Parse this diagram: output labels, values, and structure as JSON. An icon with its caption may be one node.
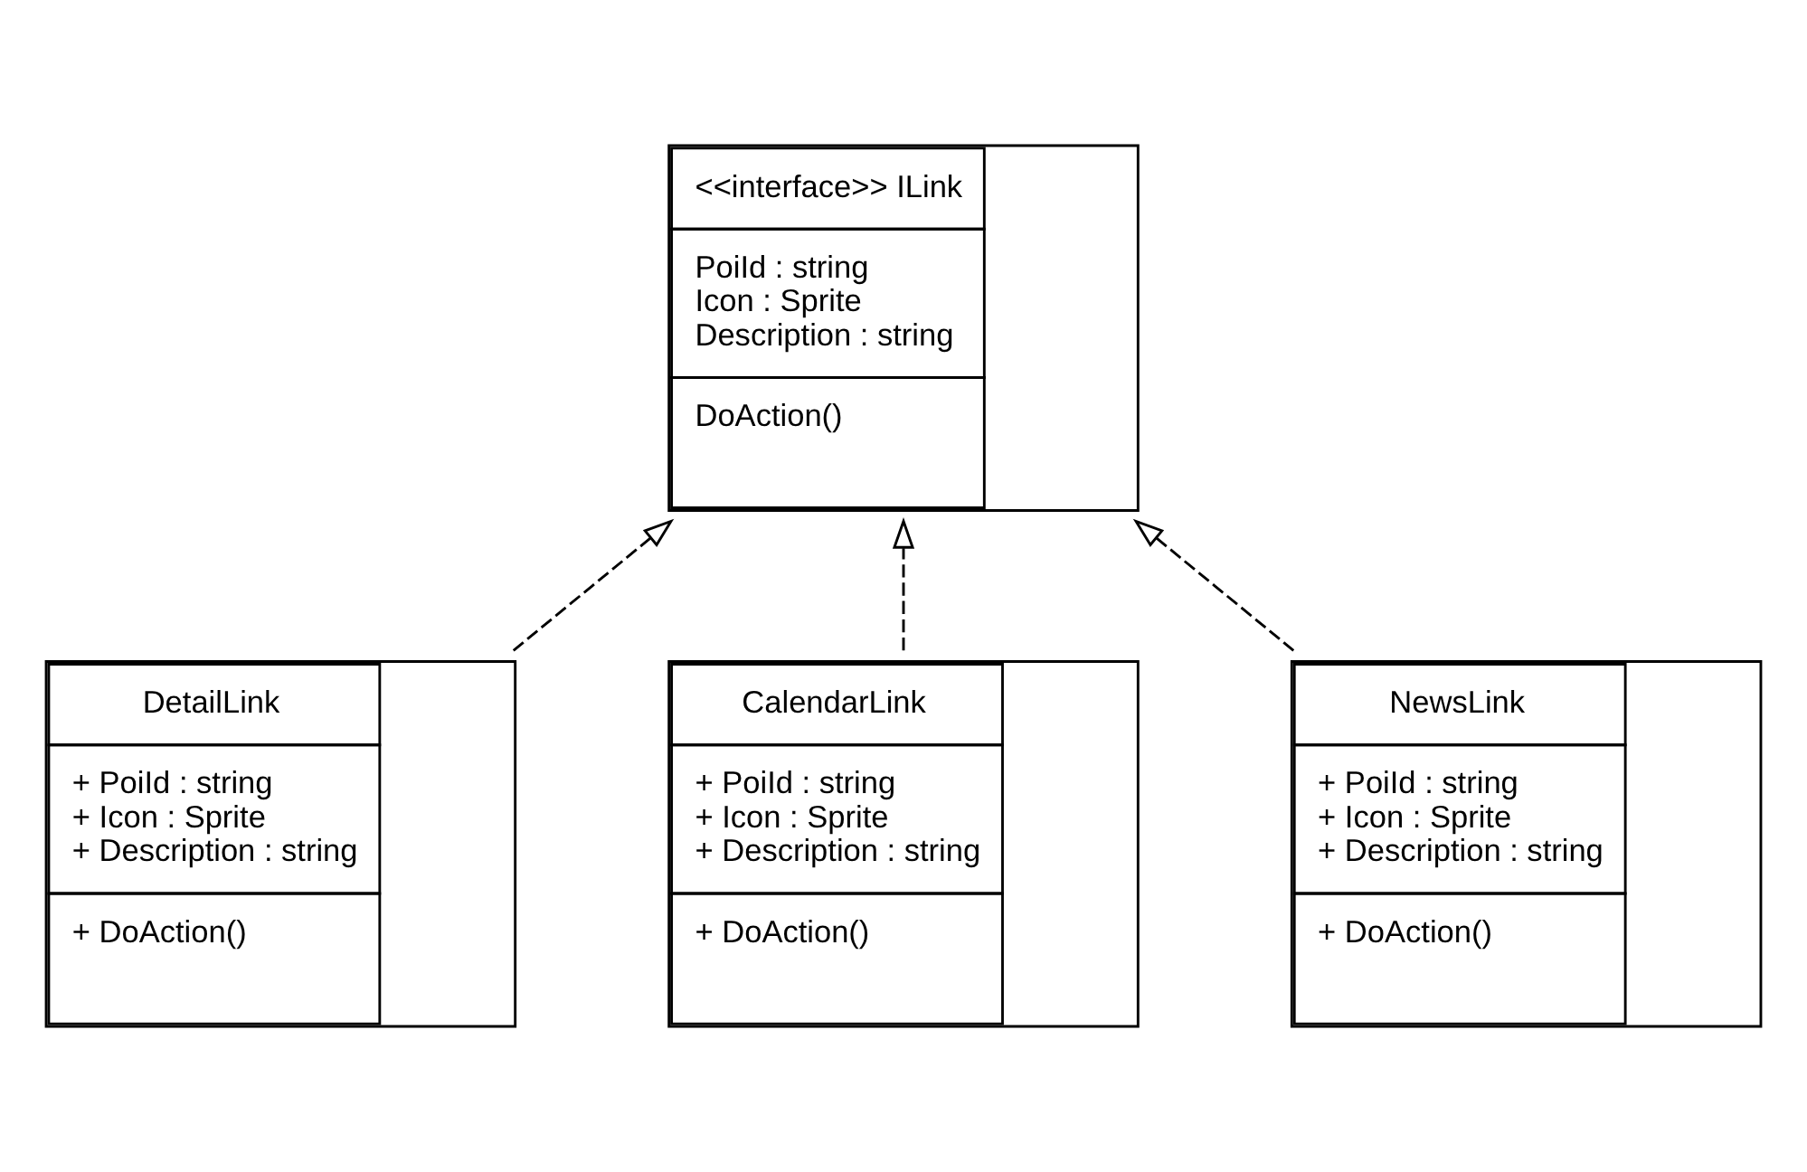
{
  "diagram": {
    "nodes": [
      {
        "text": [
          "<<interface>> ILink",
          "PoiId : string",
          "Icon : Sprite",
          "Description : string",
          "DoAction()"
        ]
      },
      {
        "text": [
          "DetailLink",
          "+ PoiId : string",
          "+ Icon : Sprite",
          "+ Description : string",
          "+ DoAction()"
        ]
      },
      {
        "text": [
          "CalendarLink",
          "+ PoiId : string",
          "+ Icon : Sprite",
          "+ Description : string",
          "+ DoAction()"
        ]
      },
      {
        "text": [
          "NewsLink",
          "+ PoiId : string",
          "+ Icon : Sprite",
          "+ Description : string",
          "+ DoAction()"
        ]
      }
    ],
    "edges": [
      {
        "from": 1,
        "to": 0,
        "arrow": "to",
        "style": "dashed"
      },
      {
        "from": 2,
        "to": 0,
        "arrow": "to",
        "style": "dashed"
      },
      {
        "from": 3,
        "to": 0,
        "arrow": "to",
        "style": "dashed"
      }
    ]
  }
}
